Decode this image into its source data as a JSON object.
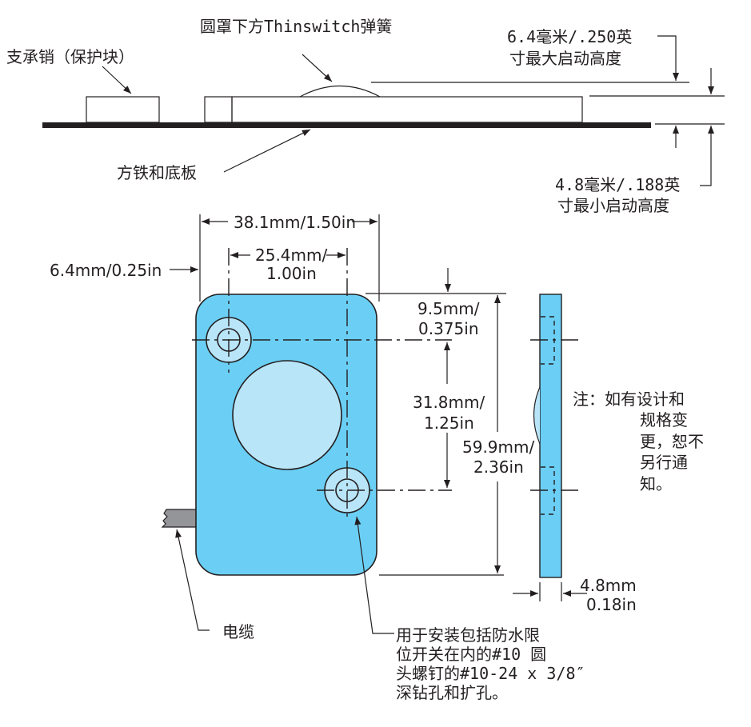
{
  "colors": {
    "body_blue": "#6bcff5",
    "light_blue": "#9fdcf5",
    "hole_blue": "#b9e5f8",
    "base_black": "#231f20",
    "cable_gray": "#939598"
  },
  "side_view": {
    "label_bearing_pin": "支承销（保护块）",
    "label_spring": "圆罩下方Thinswitch弹簧",
    "label_base": "方铁和底板",
    "max_height_line1": "6.4毫米/.250英",
    "max_height_line2": "寸最大启动高度",
    "min_height_line1": "4.8毫米/.188英",
    "min_height_line2": "寸最小启动高度"
  },
  "front_view": {
    "dim_width": "38.1mm/1.50in",
    "dim_hole_spacing_line1": "25.4mm/",
    "dim_hole_spacing_line2": "1.00in",
    "dim_edge_offset": "6.4mm/0.25in",
    "dim_top_offset_line1": "9.5mm/",
    "dim_top_offset_line2": "0.375in",
    "dim_vertical_spacing_line1": "31.8mm/",
    "dim_vertical_spacing_line2": "1.25in",
    "dim_height_line1": "59.9mm/",
    "dim_height_line2": "2.36in",
    "label_cable": "电缆",
    "mount_note": [
      "用于安装包括防水限",
      "位开关在内的#10 圆",
      "头螺钉的#10-24 x 3/8″",
      "深钻孔和扩孔。"
    ]
  },
  "edge_view": {
    "dim_thickness_line1": "4.8mm",
    "dim_thickness_line2": "0.18in"
  },
  "note": {
    "line1": "注：如有设计和",
    "line2": "规格变",
    "line3": "更，恕不",
    "line4": "另行通",
    "line5": "知。"
  }
}
